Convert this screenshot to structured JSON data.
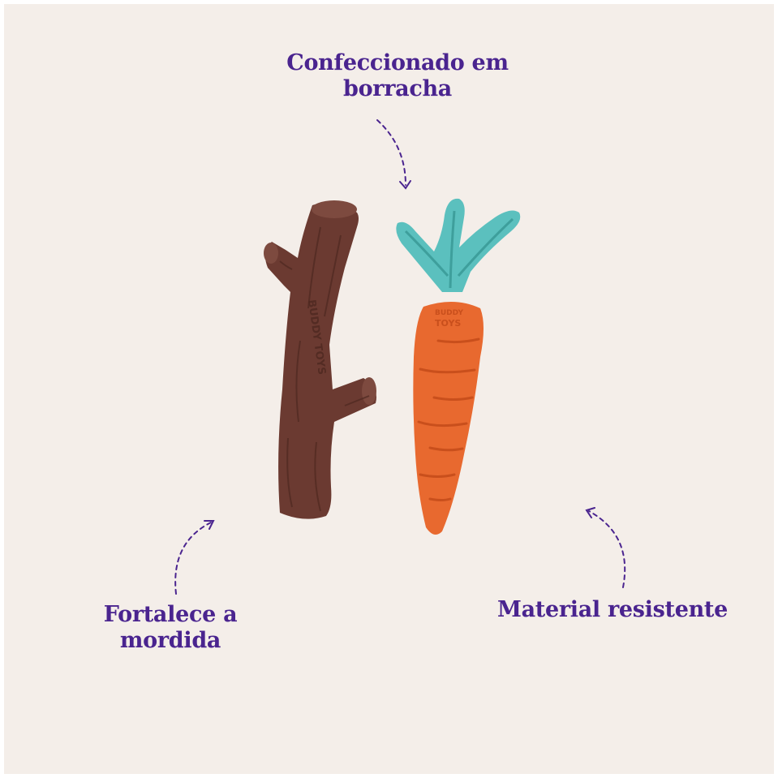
{
  "colors": {
    "background": "#f4eee9",
    "accent": "#4a248f",
    "branch": "#6b3a31",
    "carrot": "#e8692f",
    "leaves": "#5bc0be"
  },
  "callouts": {
    "top": {
      "line1": "Confeccionado em",
      "line2": "borracha"
    },
    "left": {
      "line1": "Fortalece a",
      "line2": "mordida"
    },
    "right": {
      "line1": "Material resistente"
    }
  },
  "products": {
    "branch": {
      "icon": "branch-toy",
      "label": "BUDDY TOYS"
    },
    "carrot": {
      "icon": "carrot-toy",
      "label_line1": "BUDDY",
      "label_line2": "TOYS"
    }
  }
}
